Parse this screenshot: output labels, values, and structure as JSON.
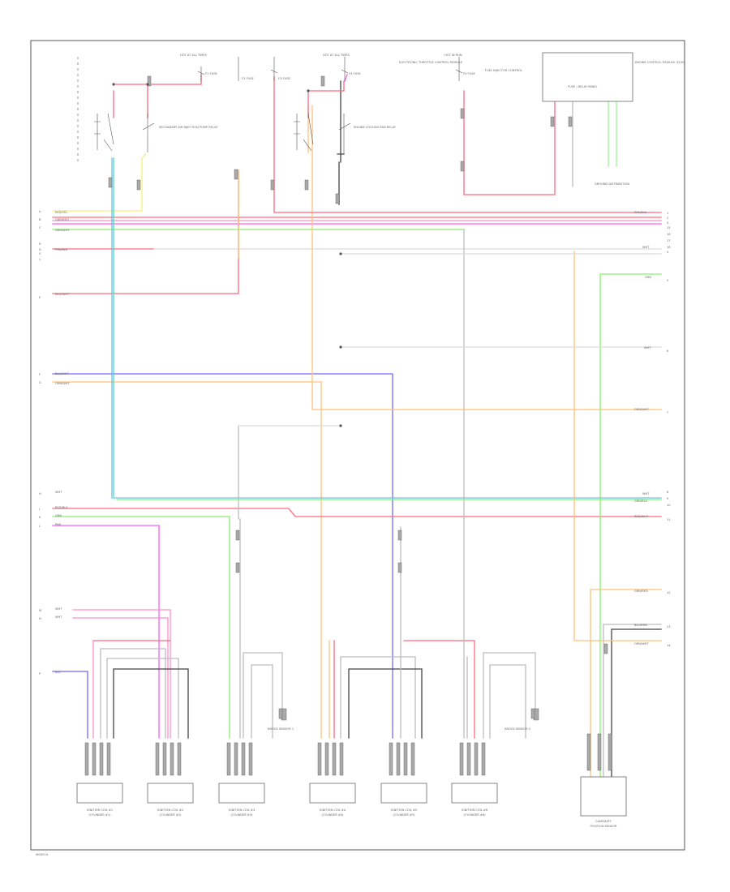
{
  "diagram": {
    "footer_code": "W0007A",
    "colors": {
      "red": "#ff6a7e",
      "pink": "#ff8ecb",
      "magenta": "#ff5bf2",
      "green": "#86f06a",
      "lightgreen": "#9ef596",
      "yellow": "#f2f07a",
      "orange": "#ffc07a",
      "blue": "#6f6bff",
      "cyan": "#60c7e6",
      "teal": "#5ad1b0",
      "gray": "#bdbdbd",
      "lightgray": "#dcdcdc",
      "black": "#444444"
    },
    "top_labels": {
      "hot_run_start_1": "HOT AT ALL TIMES",
      "hot_run_start_2": "HOT AT ALL TIMES",
      "hot_in_run": "HOT IN RUN",
      "fuse_1": "F1 FUSE",
      "fuse_2": "F2 FUSE",
      "fuse_3": "F3 FUSE",
      "fuse_4": "F4 FUSE",
      "fuse_5": "F5 FUSE",
      "relay_1": "SECONDARY AIR INJECTION PUMP RELAY",
      "relay_2": "ENGINE COOLING FAN RELAY",
      "electronic_label": "ELECTRONIC THROTTLE CONTROL MODULE",
      "component_box": "ENGINE CONTROL MODULE (ECM)",
      "fuel_label": "FUEL INJECTOR CONTROL",
      "fuse_box_label": "FUSE / RELAY PANEL",
      "ground_label": "GROUND DISTRIBUTION"
    },
    "left_pins": [
      "A",
      "B",
      "C",
      "D",
      "E",
      "F",
      "G",
      "H",
      "J",
      "K",
      "L",
      "M",
      "N",
      "P",
      "R",
      "S",
      "T"
    ],
    "right_pins": [
      "1",
      "2",
      "3",
      "4",
      "5",
      "6",
      "7",
      "8",
      "9",
      "10",
      "11",
      "12",
      "13",
      "14",
      "15",
      "16",
      "17",
      "18"
    ],
    "wire_labels": {
      "l1": "RED/YEL",
      "l2": "GRN/RED",
      "l3": "GRN/WHT",
      "l4": "PNK/BLK",
      "l5": "RED/WHT",
      "l6": "BLU/WHT",
      "l7": "ORN/WHT",
      "l8": "WHT",
      "l9": "RED/BLK",
      "l10": "GRN",
      "l11": "PNK",
      "l12": "WHT",
      "l13": "WHT",
      "l14": "BLU",
      "r1": "PNK/BLU",
      "r2": "WHT",
      "r3": "GRN",
      "r4": "WHT",
      "r5": "ORN/WHT",
      "r6": "WHT",
      "r7": "GRN/BLU",
      "r8": "RED/WHT",
      "r9": "GRN/RED",
      "r10": "BLU/BRN",
      "r11": "ORN/WHT"
    },
    "bottom_components": [
      "IGNITION COIL #1 (CYLINDER #1)",
      "IGNITION COIL #2 (CYLINDER #2)",
      "IGNITION COIL #3 (CYLINDER #3)",
      "IGNITION COIL #4 (CYLINDER #4)",
      "IGNITION COIL #5 (CYLINDER #5)",
      "IGNITION COIL #6 (CYLINDER #6)",
      "CAMSHAFT POSITION SENSOR"
    ],
    "side_labels": {
      "s1": "KNOCK SENSOR 1",
      "s2": "KNOCK SENSOR 2"
    }
  }
}
